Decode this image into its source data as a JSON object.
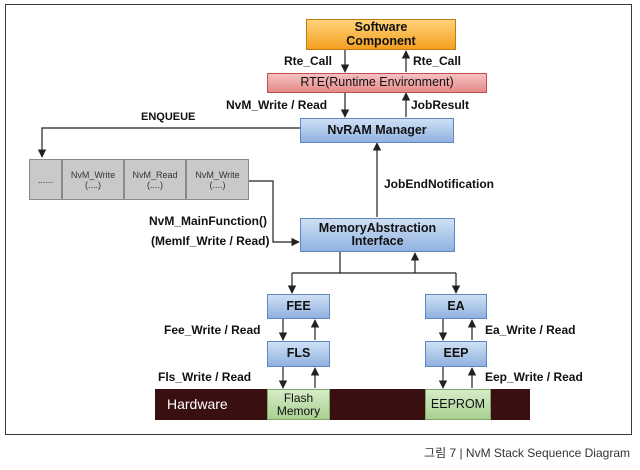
{
  "boxes": {
    "software": {
      "line1": "Software",
      "line2": "Component"
    },
    "rte": "RTE(Runtime Environment)",
    "nvram": "NvRAM Manager",
    "memif": {
      "line1": "MemoryAbstraction",
      "line2": "Interface"
    },
    "fee": "FEE",
    "fls": "FLS",
    "ea": "EA",
    "eep": "EEP"
  },
  "queue": {
    "cells": [
      {
        "name": "......",
        "sub": ""
      },
      {
        "name": "NvM_Write",
        "sub": "(....)"
      },
      {
        "name": "NvM_Read",
        "sub": "(....)"
      },
      {
        "name": "NvM_Write",
        "sub": "(....)"
      }
    ]
  },
  "hardware": {
    "label": "Hardware",
    "flash": {
      "line1": "Flash",
      "line2": "Memory"
    },
    "eeprom": "EEPROM"
  },
  "labels": {
    "rte_call_left": "Rte_Call",
    "rte_call_right": "Rte_Call",
    "nvm_write_read": "NvM_Write / Read",
    "job_result": "JobResult",
    "enqueue": "ENQUEUE",
    "job_end": "JobEndNotification",
    "main_function": "NvM_MainFunction()",
    "memif_write_read": "(MemIf_Write / Read)",
    "fee_write_read": "Fee_Write / Read",
    "ea_write_read": "Ea_Write / Read",
    "fls_write_read": "Fls_Write / Read",
    "eep_write_read": "Eep_Write / Read"
  },
  "caption": "그림 7 | NvM Stack Sequence Diagram"
}
